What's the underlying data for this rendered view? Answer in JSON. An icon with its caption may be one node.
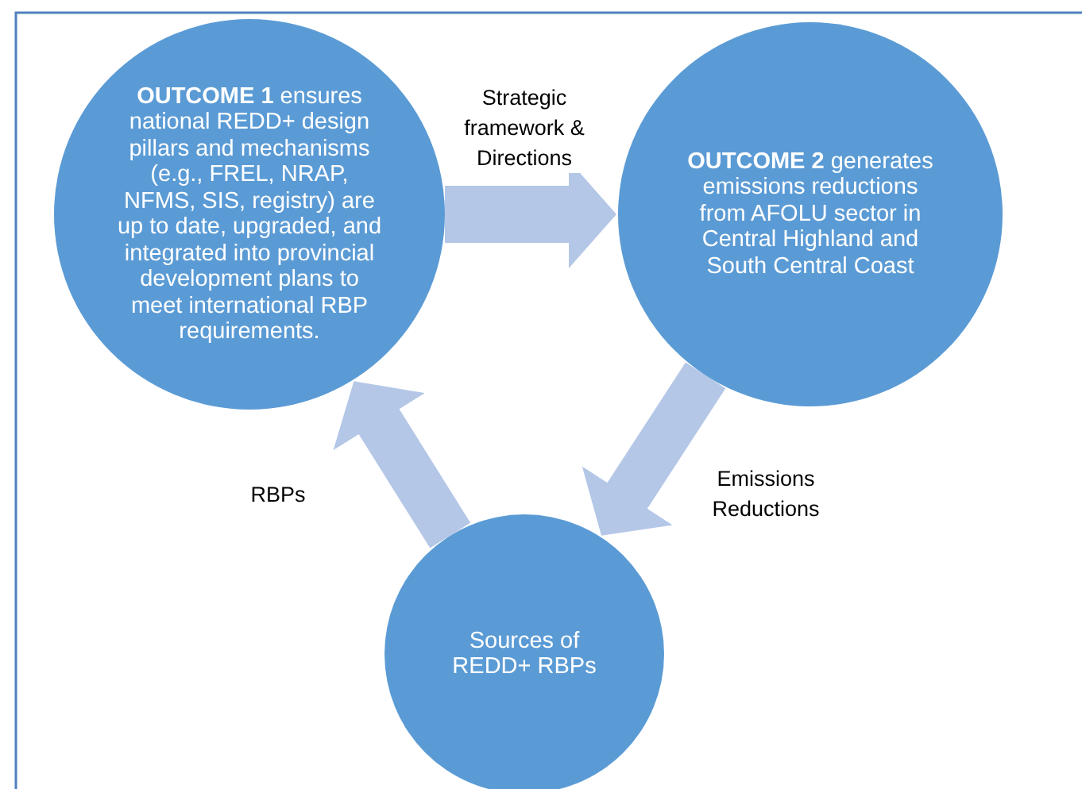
{
  "diagram": {
    "nodes": [
      {
        "text": [
          "**OUTCOME 1** ensures national REDD+ design pillars and mechanisms (e.g., FREL, NRAP, NFMS, SIS, registry) are up to date, upgraded, and integrated into provincial development plans to meet international RBP requirements."
        ]
      },
      {
        "text": [
          "**OUTCOME 2** generates emissions reductions from AFOLU sector in Central Highland and South Central Coast"
        ]
      },
      {
        "text": [
          "Sources of REDD+ RBPs"
        ]
      }
    ],
    "edges": [
      {
        "from": 0,
        "to": 1,
        "arrow": "to",
        "label": "Strategic framework & Directions"
      },
      {
        "from": 1,
        "to": 2,
        "arrow": "to",
        "label": "Emissions Reductions"
      },
      {
        "from": 2,
        "to": 0,
        "arrow": "to",
        "label": "RBPs"
      }
    ]
  }
}
